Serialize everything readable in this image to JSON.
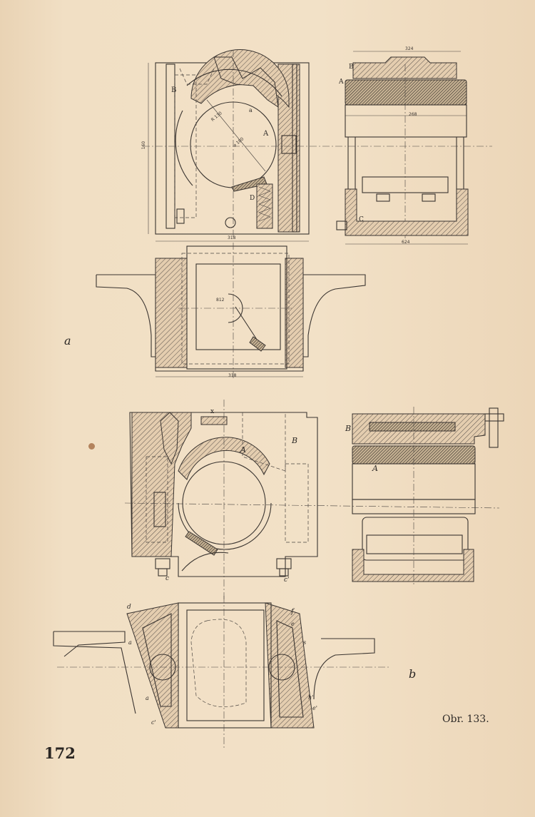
{
  "page": {
    "number": "172",
    "caption": "Obr. 133.",
    "sublabels": {
      "a": "a",
      "b": "b"
    }
  },
  "drawing_a": {
    "labels": {
      "B_left": "B",
      "a": "a",
      "A": "A",
      "D": "D",
      "B_right": "B",
      "A_right": "A",
      "C": "C"
    },
    "dimensions": {
      "height": "160",
      "width_bottom": "318",
      "top_right": "324",
      "mid_right": "268",
      "bottom_right": "624",
      "plan_width": "318",
      "radius": "R 130",
      "diameter": "⌀ 180",
      "plan_dim": "812"
    }
  },
  "drawing_b": {
    "labels": {
      "x": "x",
      "A": "A",
      "B": "B",
      "B_right": "B",
      "A_right": "A",
      "c": "c",
      "c_prime": "c'",
      "d": "d",
      "f": "f",
      "e": "e",
      "a": "a",
      "a_lower": "a",
      "s": "s",
      "h_prime": "h'",
      "e_prime": "e'",
      "c_lower": "c'"
    }
  }
}
